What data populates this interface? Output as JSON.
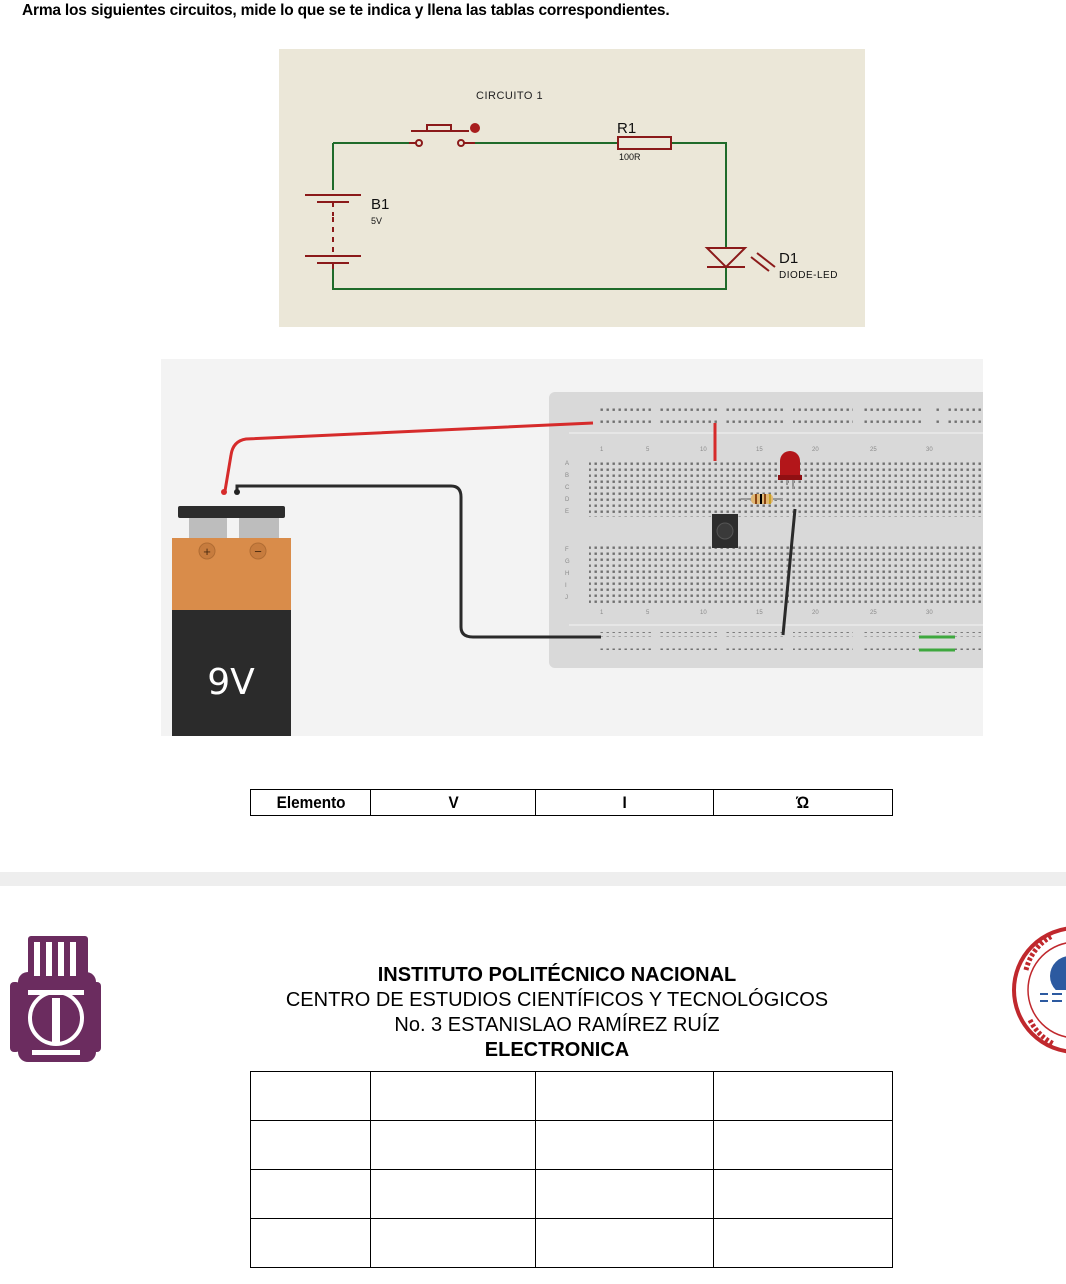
{
  "instructions": "Arma los siguientes circuitos, mide lo que se te indica y llena las tablas correspondientes.",
  "schematic": {
    "title": "CIRCUITO 1",
    "resistor": {
      "ref": "R1",
      "value": "100R"
    },
    "battery": {
      "ref": "B1",
      "value": "5V"
    },
    "led": {
      "ref": "D1",
      "value": "DIODE-LED"
    }
  },
  "breadboard": {
    "battery_label": "9V",
    "battery_plus": "+",
    "battery_minus": "−",
    "column_numbers": [
      "1",
      "5",
      "10",
      "15",
      "20",
      "25",
      "30"
    ],
    "row_letters_top": [
      "A",
      "B",
      "C",
      "D",
      "E"
    ],
    "row_letters_bottom": [
      "F",
      "G",
      "H",
      "I",
      "J"
    ]
  },
  "table": {
    "headers": [
      "Elemento",
      "V",
      "I",
      "Ώ"
    ],
    "rows": [
      [
        "",
        "",
        "",
        ""
      ],
      [
        "",
        "",
        "",
        ""
      ],
      [
        "",
        "",
        "",
        ""
      ],
      [
        "",
        "",
        "",
        ""
      ]
    ]
  },
  "letterhead": {
    "line1": "INSTITUTO POLITÉCNICO NACIONAL",
    "line2": "CENTRO DE ESTUDIOS CIENTÍFICOS Y TECNOLÓGICOS",
    "line3": "No. 3 ESTANISLAO RAMÍREZ RUÍZ",
    "line4": "ELECTRONICA"
  },
  "colors": {
    "wire_schematic": "#1f6b2a",
    "component_schematic": "#8b1a1a",
    "wire_red": "#d62b2b",
    "wire_black": "#2a2a2a",
    "ipn_logo": "#6b2c5f",
    "cecyt_logo": "#c0282d"
  }
}
